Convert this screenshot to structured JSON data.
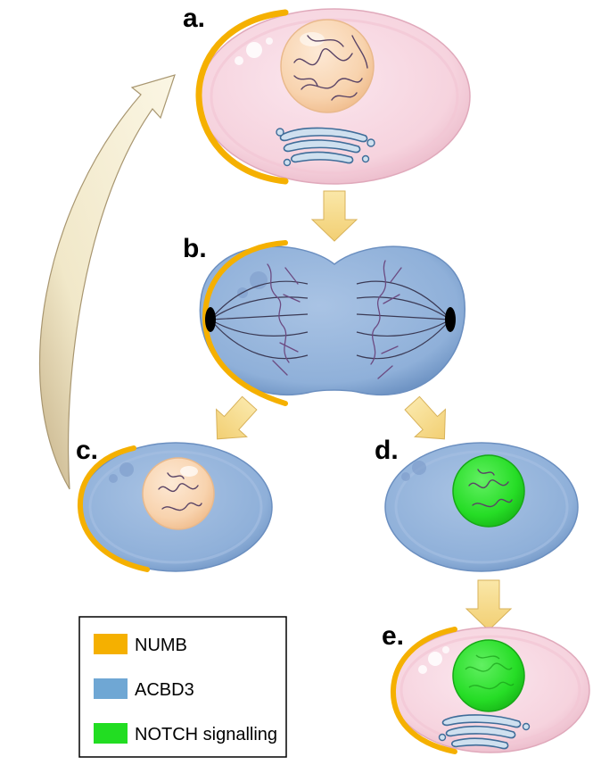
{
  "panels": {
    "a": "a.",
    "b": "b.",
    "c": "c.",
    "d": "d.",
    "e": "e."
  },
  "legend": {
    "items": [
      {
        "label": "NUMB",
        "color": "#f5b000"
      },
      {
        "label": "ACBD3",
        "color": "#6fa7d4"
      },
      {
        "label": "NOTCH signalling",
        "color": "#22dd22"
      }
    ]
  },
  "colors": {
    "cytoplasm_pink": "#f6d5df",
    "cytoplasm_blue": "#8eb0da",
    "nucleus_peach": "#f7d0ad",
    "nucleus_green": "#2ee02e",
    "numb_orange": "#f5b000",
    "arrow_yellow": "#f6dc8e",
    "curved_arrow": "#efe6c6"
  }
}
